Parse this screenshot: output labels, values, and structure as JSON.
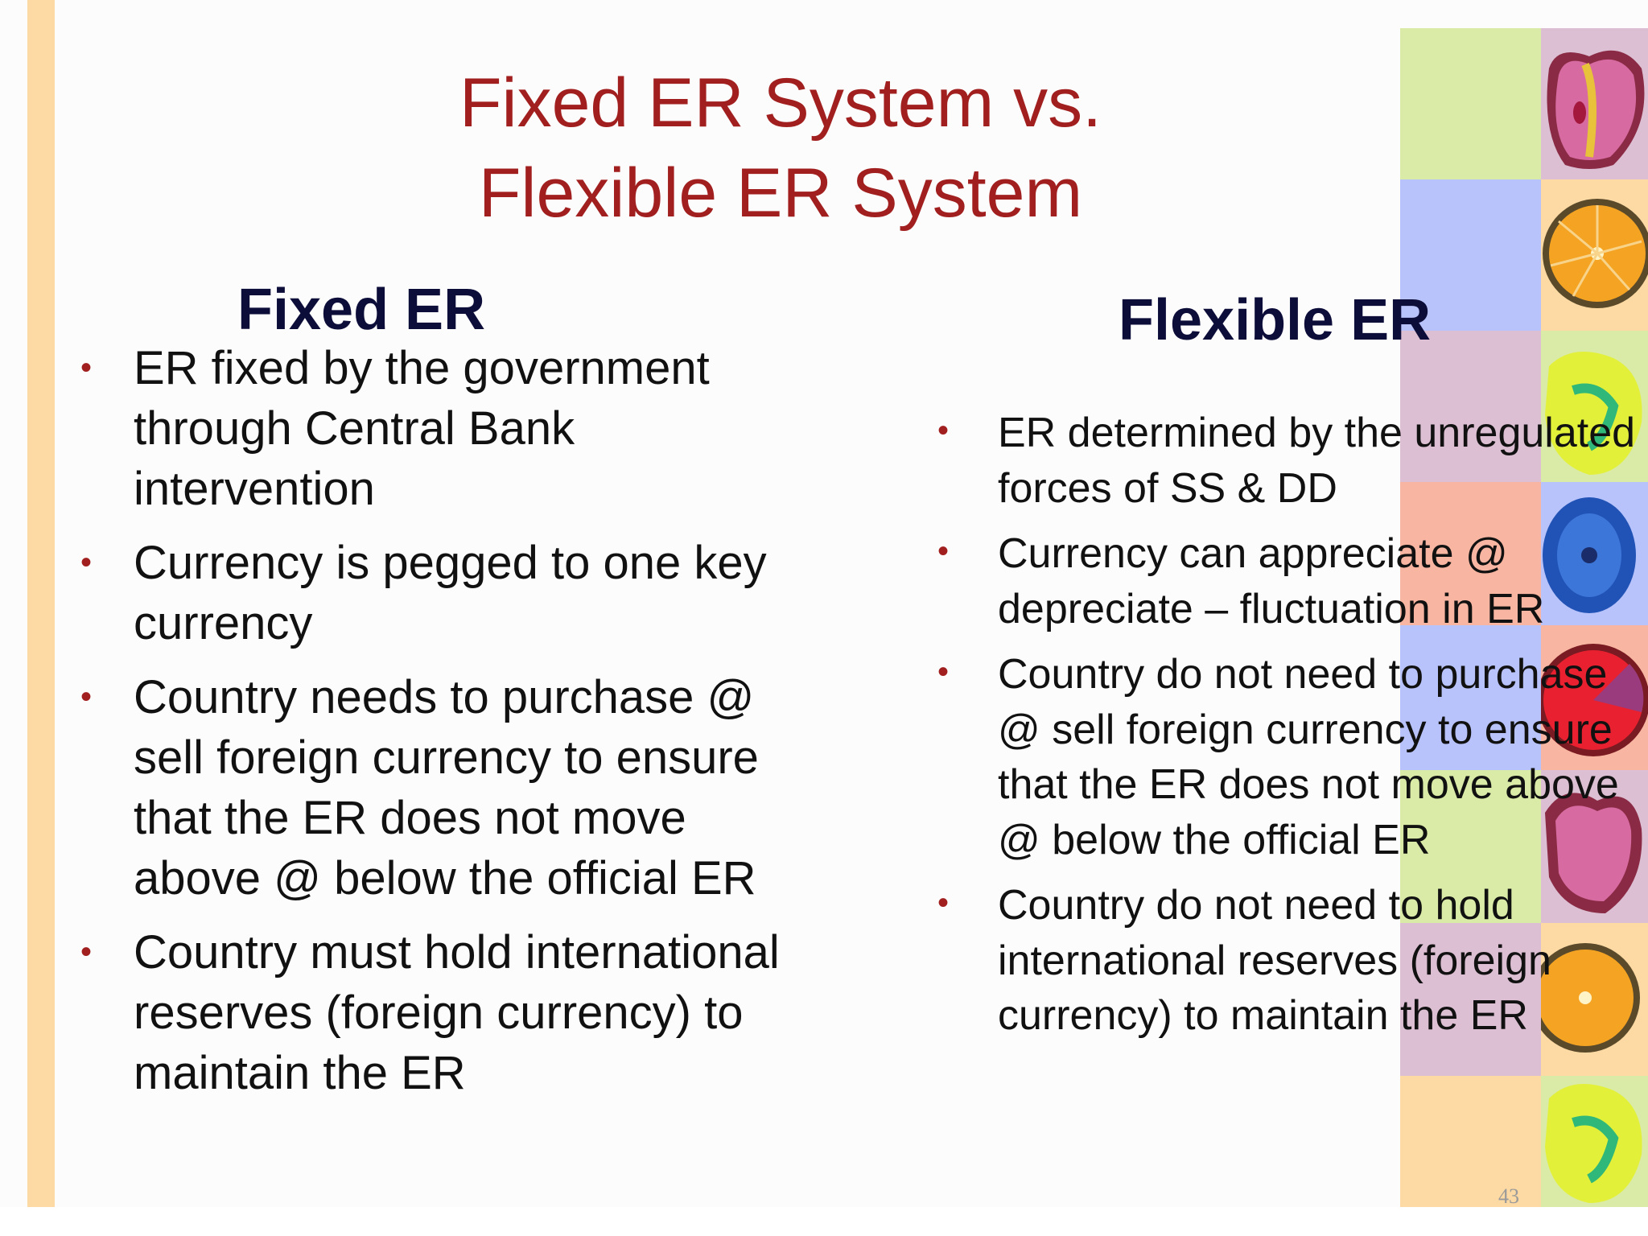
{
  "slide": {
    "title_line1": "Fixed ER System vs.",
    "title_line2": "Flexible ER System",
    "left_heading": "Fixed ER",
    "right_heading": "Flexible ER",
    "left_bullets": [
      "ER fixed by the government through Central Bank intervention",
      "Currency is pegged to one key currency",
      "Country needs to purchase @ sell foreign currency to ensure that the ER does not move above @ below the official ER",
      "Country must hold international reserves (foreign currency) to maintain the ER"
    ],
    "right_bullets": [
      "ER determined by the unregulated forces of SS & DD",
      "Currency can appreciate @ depreciate – fluctuation in ER",
      "Country do not need to purchase @ sell foreign currency to ensure that the ER does not move above @ below the official ER",
      "Country do not need to hold international reserves (foreign currency) to maintain the ER"
    ],
    "bullet_glyph": "•",
    "page_number": "43"
  },
  "colors": {
    "title": "#a11f1f",
    "heading": "#0d0d3a",
    "body_text": "#111111",
    "bullet": "#a11f1f",
    "left_bar": "#fdd9a3"
  },
  "decoration": {
    "icons": [
      "apple-slice-icon",
      "orange-slice-icon",
      "green-apple-slice-icon",
      "blue-fruit-slice-icon",
      "red-orange-slice-icon",
      "apple-slice-icon",
      "orange-slice-icon",
      "green-apple-slice-icon"
    ]
  }
}
